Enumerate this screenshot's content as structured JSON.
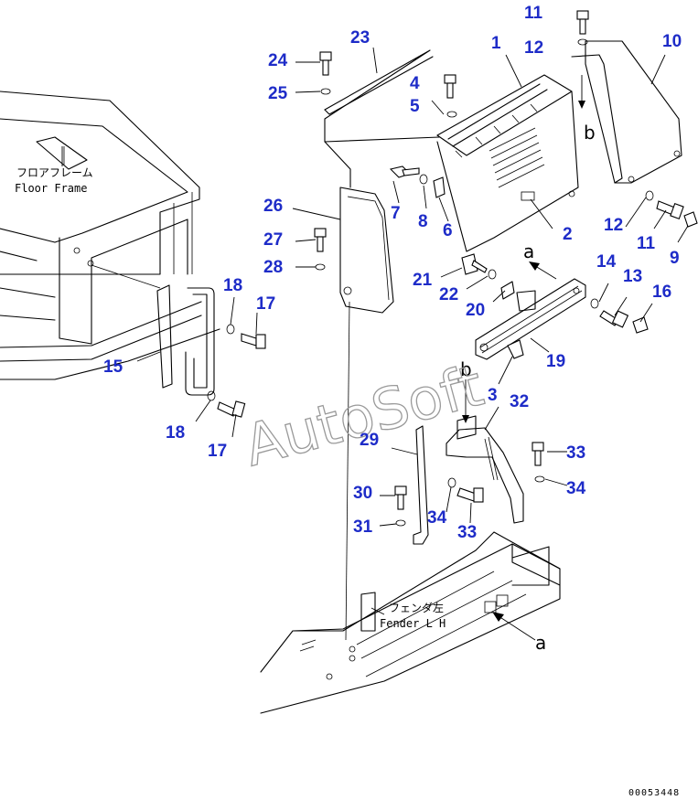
{
  "diagram": {
    "callouts": [
      {
        "id": "c1",
        "label": "1"
      },
      {
        "id": "c2",
        "label": "2"
      },
      {
        "id": "c3",
        "label": "3"
      },
      {
        "id": "c4",
        "label": "4"
      },
      {
        "id": "c5",
        "label": "5"
      },
      {
        "id": "c6",
        "label": "6"
      },
      {
        "id": "c7",
        "label": "7"
      },
      {
        "id": "c8",
        "label": "8"
      },
      {
        "id": "c9",
        "label": "9"
      },
      {
        "id": "c10",
        "label": "10"
      },
      {
        "id": "c11a",
        "label": "11"
      },
      {
        "id": "c11b",
        "label": "11"
      },
      {
        "id": "c12a",
        "label": "12"
      },
      {
        "id": "c12b",
        "label": "12"
      },
      {
        "id": "c13",
        "label": "13"
      },
      {
        "id": "c14",
        "label": "14"
      },
      {
        "id": "c15",
        "label": "15"
      },
      {
        "id": "c16",
        "label": "16"
      },
      {
        "id": "c17a",
        "label": "17"
      },
      {
        "id": "c17b",
        "label": "17"
      },
      {
        "id": "c18a",
        "label": "18"
      },
      {
        "id": "c18b",
        "label": "18"
      },
      {
        "id": "c19",
        "label": "19"
      },
      {
        "id": "c20",
        "label": "20"
      },
      {
        "id": "c21",
        "label": "21"
      },
      {
        "id": "c22",
        "label": "22"
      },
      {
        "id": "c23",
        "label": "23"
      },
      {
        "id": "c24",
        "label": "24"
      },
      {
        "id": "c25",
        "label": "25"
      },
      {
        "id": "c26",
        "label": "26"
      },
      {
        "id": "c27",
        "label": "27"
      },
      {
        "id": "c28",
        "label": "28"
      },
      {
        "id": "c29",
        "label": "29"
      },
      {
        "id": "c30",
        "label": "30"
      },
      {
        "id": "c31",
        "label": "31"
      },
      {
        "id": "c32",
        "label": "32"
      },
      {
        "id": "c33a",
        "label": "33"
      },
      {
        "id": "c33b",
        "label": "33"
      },
      {
        "id": "c34a",
        "label": "34"
      },
      {
        "id": "c34b",
        "label": "34"
      }
    ],
    "notes": {
      "floor_frame_jp": "フロアフレーム",
      "floor_frame_en": "Floor Frame",
      "fender_jp": "フェンダ左",
      "fender_en": "Fender L H"
    },
    "reference_letters": {
      "a_top": "a",
      "a_bottom": "a",
      "b_top": "b",
      "b_mid": "b"
    },
    "watermark": "AutoSoft",
    "drawing_code": "00053448",
    "colors": {
      "callout": "#1e2cc8",
      "line": "#000000",
      "watermark": "#9a9a9a",
      "background": "#ffffff"
    }
  }
}
